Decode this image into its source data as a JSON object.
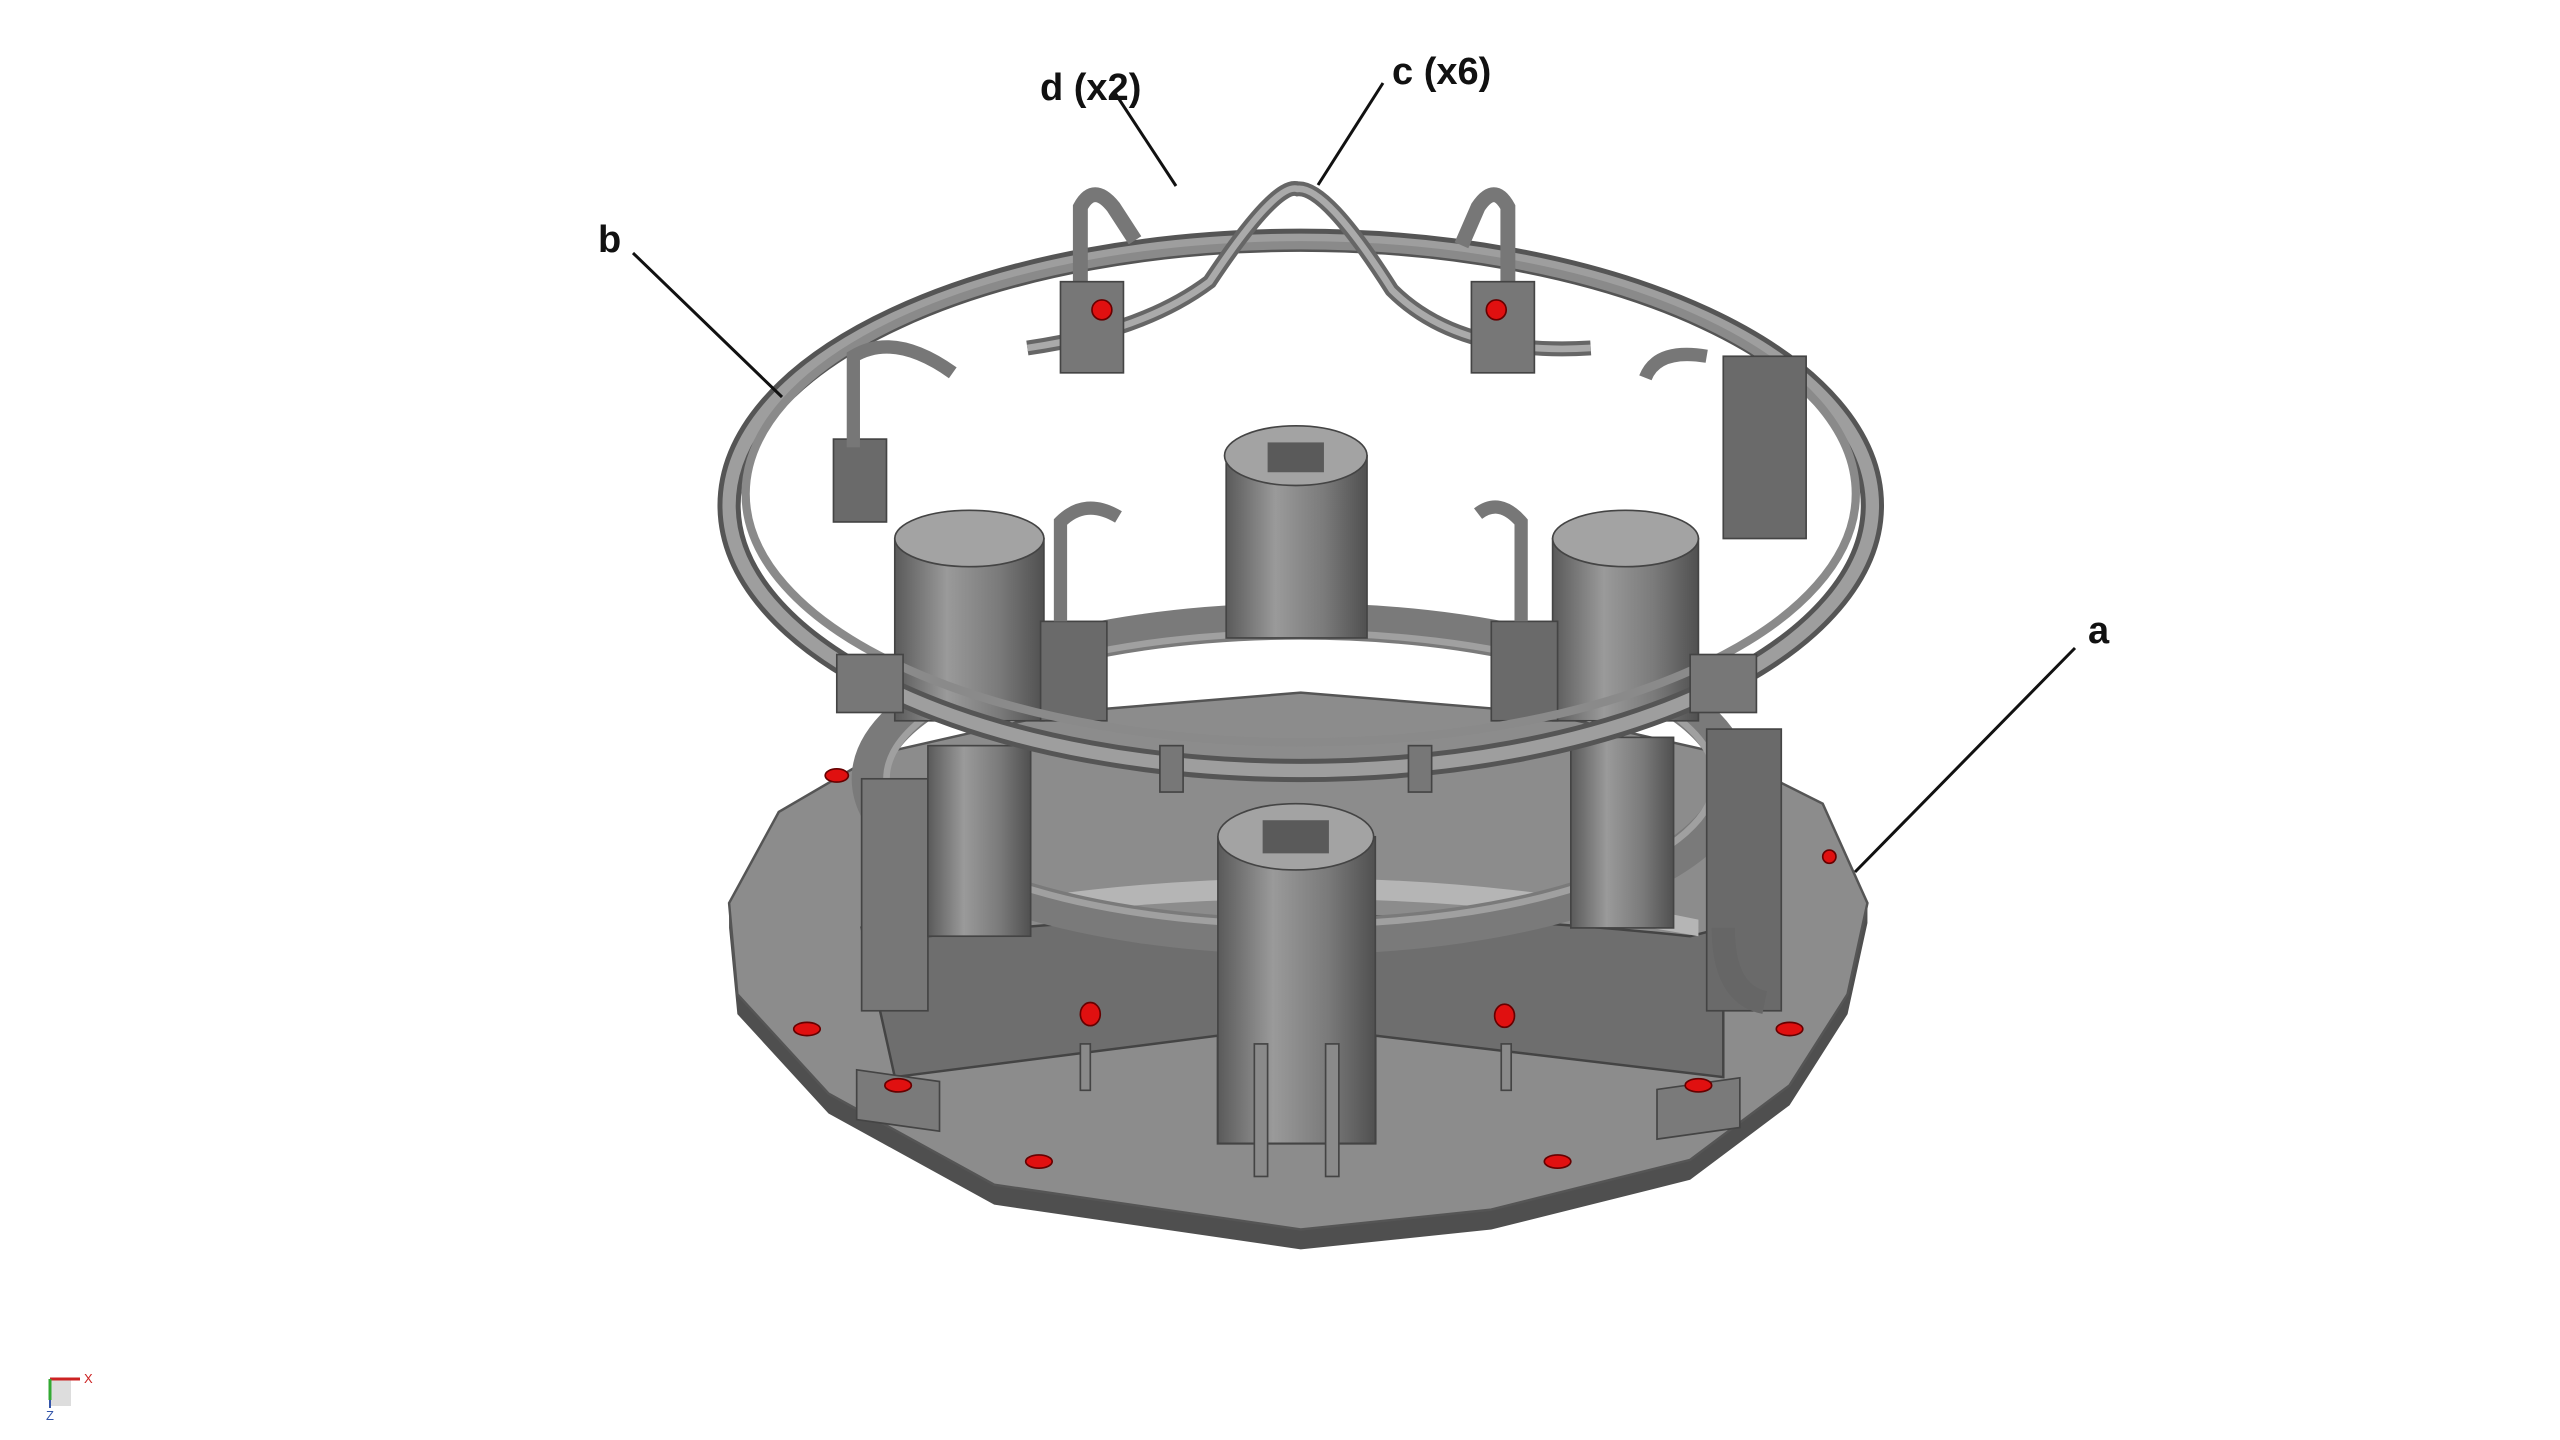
{
  "callouts": {
    "a": "a",
    "b": "b",
    "c": "c (x6)",
    "d": "d (x2)"
  },
  "axis_triad": {
    "x_label": "X",
    "z_label": "Z"
  },
  "colors": {
    "metal_light": "#a9a9a9",
    "metal_mid": "#858585",
    "metal_dark": "#5e5e5e",
    "port_red": "#e01010",
    "axis_x": "#cc2222",
    "axis_y": "#33aa33",
    "axis_z": "#3355aa"
  },
  "icons": {
    "triad": "coordinate-axis-triad-icon"
  }
}
